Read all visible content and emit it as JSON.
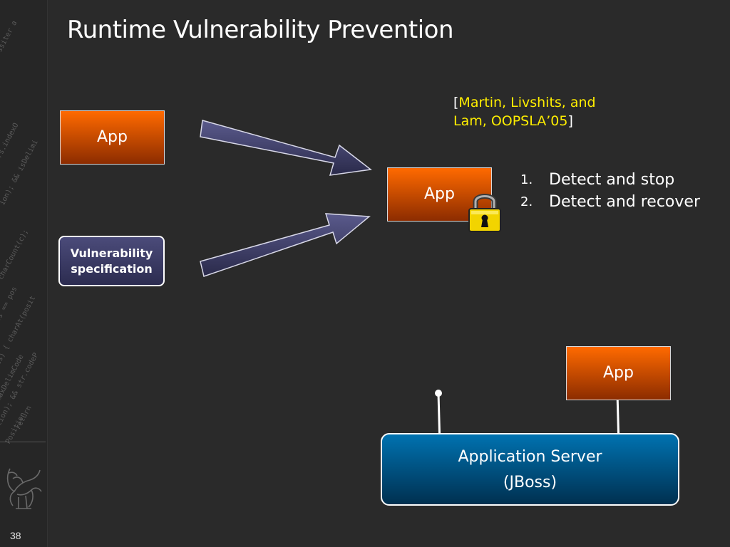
{
  "slide": {
    "title": "Runtime Vulnerability Prevention",
    "page_number": "38"
  },
  "boxes": {
    "app_left": "App",
    "app_center": "App",
    "app_bottom_right": "App",
    "vulnerability_line1": "Vulnerability",
    "vulnerability_line2": "specification"
  },
  "citation": {
    "open_bracket": "[",
    "line1": "Martin, Livshits, and",
    "line2": "Lam, OOPSLA’05",
    "close_bracket": "]"
  },
  "steps": [
    {
      "num": "1.",
      "text": "Detect and stop"
    },
    {
      "num": "2.",
      "text": "Detect and recover"
    }
  ],
  "server": {
    "line1": "Application Server",
    "line2": "(JBoss)"
  },
  "icons": {
    "lock": "padlock-icon",
    "logo": "griffin-logo-icon",
    "arrows": "arrow-icon"
  },
  "colors": {
    "background": "#2a2a2a",
    "app_orange": "#ff6a00",
    "citation_yellow": "#ffee00",
    "server_blue": "#0072b0",
    "vuln_purple": "#4b4b7a"
  }
}
